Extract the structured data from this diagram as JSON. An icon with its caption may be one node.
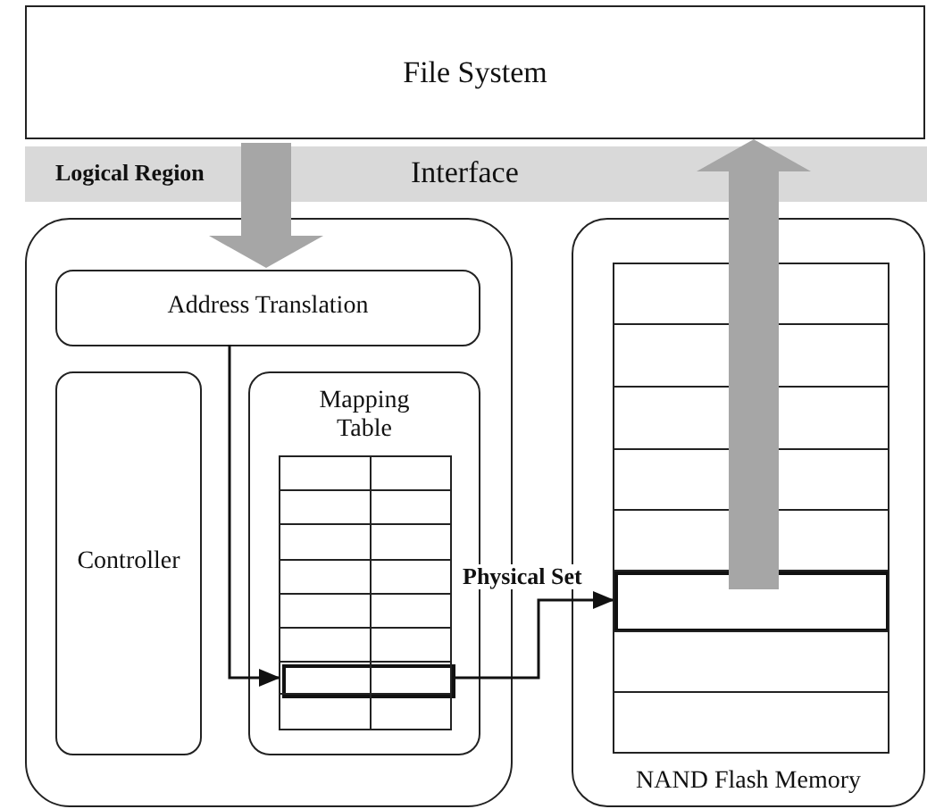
{
  "diagram": {
    "nodes": [
      {
        "text": [
          "File System"
        ]
      },
      {
        "text": [],
        "shape": "box"
      },
      {
        "text": [
          "Address Translation"
        ],
        "in": 1
      },
      {
        "text": [
          "Controller"
        ],
        "in": 1
      },
      {
        "text": [
          "Mapping Table"
        ],
        "in": 1
      },
      {
        "text": [],
        "shape": "box",
        "in": 4
      },
      {
        "text": [
          "NAND Flash Memory"
        ]
      },
      {
        "text": [],
        "shape": "box",
        "in": 6
      }
    ],
    "edges": [
      {
        "from": 0,
        "to": 2,
        "arrow": "to",
        "label": "Logical Region",
        "style": "thick",
        "color": "#a6a6a6"
      },
      {
        "from": 2,
        "to": 5,
        "arrow": "to",
        "color": "#111111"
      },
      {
        "from": 5,
        "to": 7,
        "arrow": "to",
        "label": "Physical Set",
        "color": "#111111"
      },
      {
        "from": 7,
        "to": 0,
        "arrow": "to",
        "style": "thick",
        "color": "#a6a6a6"
      }
    ],
    "labels": [
      "Interface"
    ]
  }
}
